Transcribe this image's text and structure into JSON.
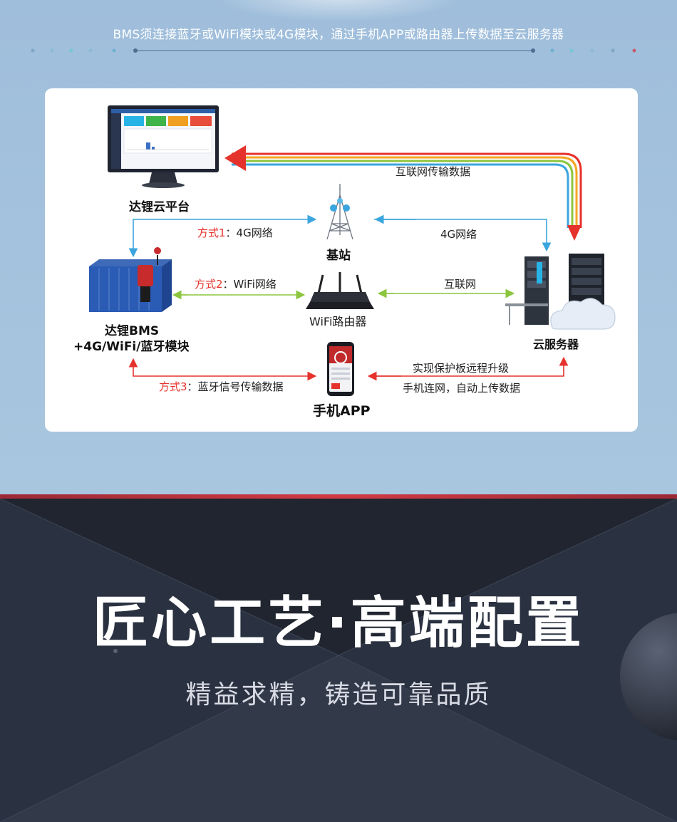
{
  "header": {
    "subtitle": "BMS须连接蓝牙或WiFi模块或4G模块，通过手机APP或路由器上传数据至云服务器"
  },
  "diagram": {
    "nodes": {
      "platform": "达锂云平台",
      "base_station": "基站",
      "router": "WiFi路由器",
      "phone_app": "手机APP",
      "bms_line1": "达锂BMS",
      "bms_line2": "+4G/WiFi/蓝牙模块",
      "cloud_server": "云服务器"
    },
    "edges": {
      "internet_transfer": "互联网传输数据",
      "method1_prefix": "方式1",
      "method1_text": "：4G网络",
      "method2_prefix": "方式2",
      "method2_text": "：WiFi网络",
      "method3_prefix": "方式3",
      "method3_text": "：蓝牙信号传输数据",
      "right_4g": "4G网络",
      "right_internet": "互联网",
      "remote_upgrade": "实现保护板远程升级",
      "phone_upload": "手机连网，自动上传数据"
    },
    "colors": {
      "blue_arrow": "#3aa5de",
      "green_arrow": "#8cc63f",
      "red_arrow": "#e6322c",
      "accent_red": "#e6322c"
    }
  },
  "banner": {
    "title": "匠心工艺·高端配置",
    "subtitle": "精益求精，铸造可靠品质"
  }
}
